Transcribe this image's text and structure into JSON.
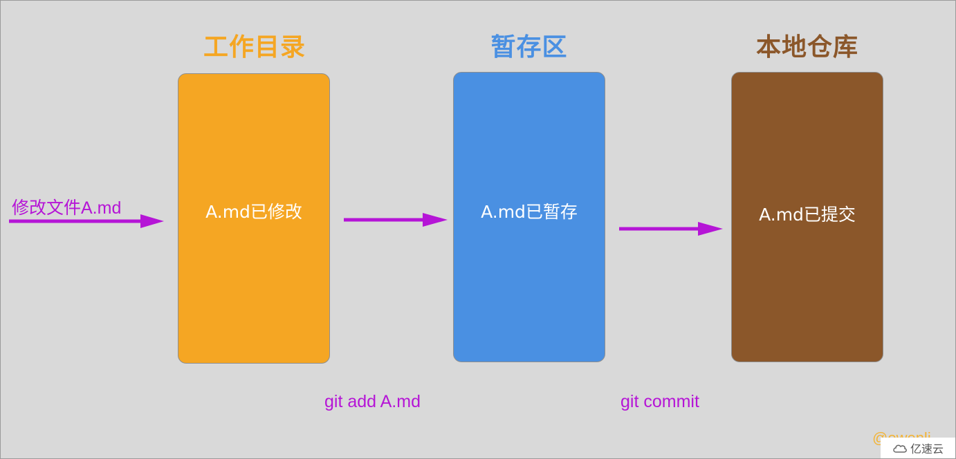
{
  "colors": {
    "background": "#d9d9d9",
    "working": "#f5a623",
    "staging": "#4a90e2",
    "repository": "#8b572a",
    "arrow": "#b515d6",
    "watermark": "#f3b437"
  },
  "stages": [
    {
      "title": "工作目录",
      "box_label": "A.md已修改"
    },
    {
      "title": "暂存区",
      "box_label": "A.md已暂存"
    },
    {
      "title": "本地仓库",
      "box_label": "A.md已提交"
    }
  ],
  "flows": {
    "input_label": "修改文件A.md",
    "add_label": "git add A.md",
    "commit_label": "git commit"
  },
  "watermark": "@owenli",
  "brand": {
    "text": "亿速云",
    "icon": "cloud-icon"
  }
}
